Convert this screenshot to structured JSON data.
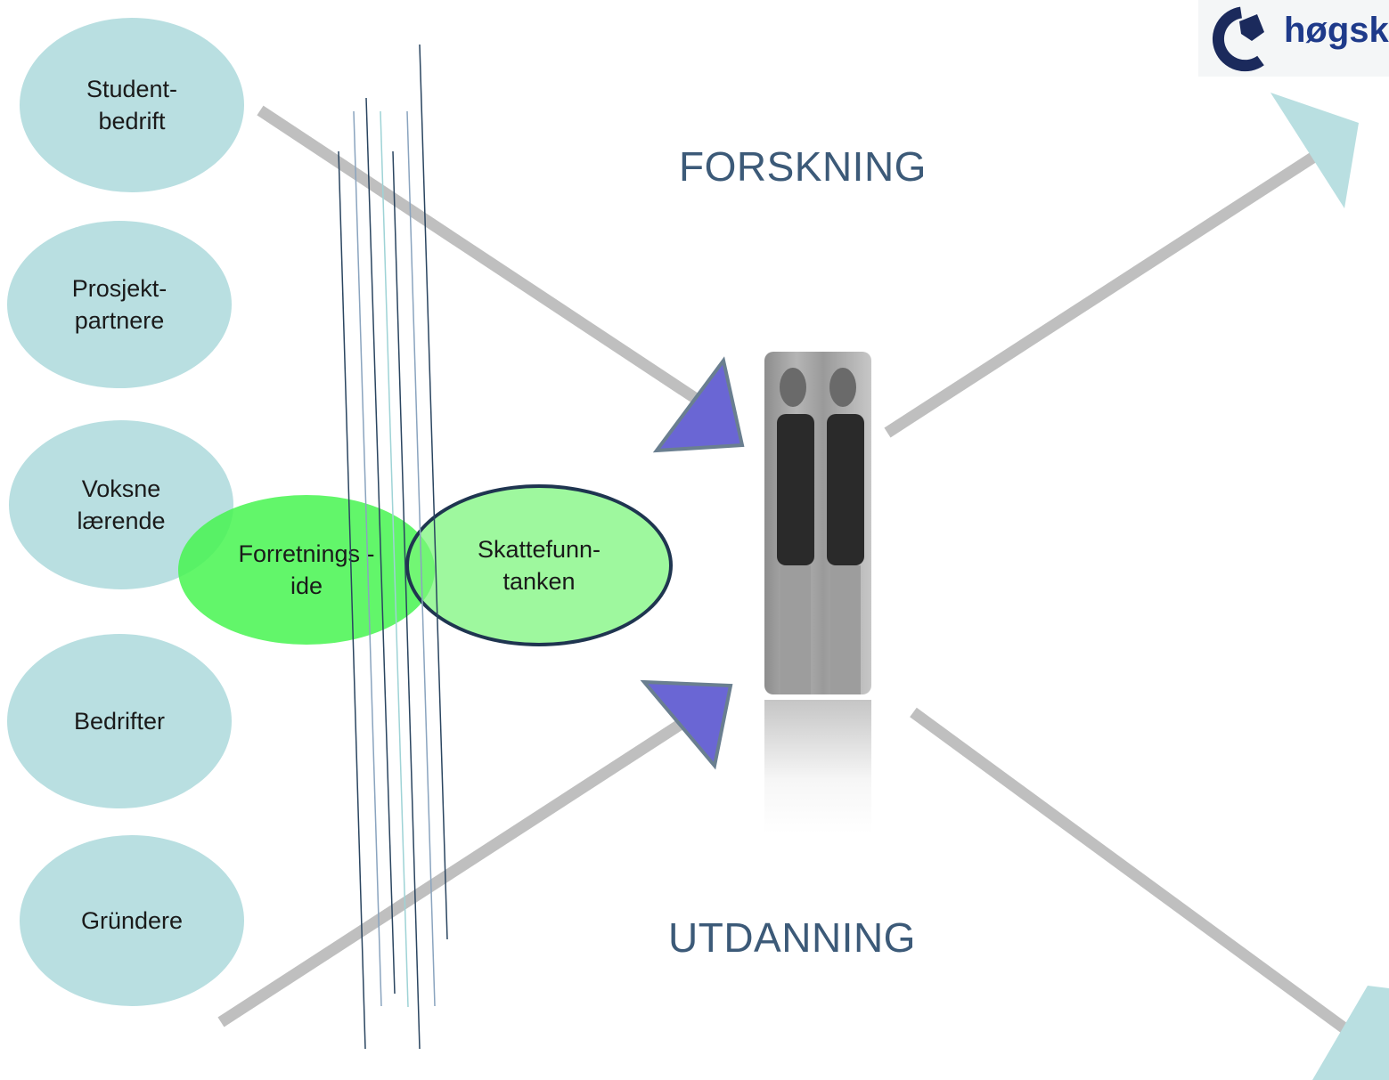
{
  "sources": [
    {
      "id": "studentbedrift",
      "label": "Student-\nbedrift"
    },
    {
      "id": "prosjektpartnere",
      "label": "Prosjekt-\npartnere"
    },
    {
      "id": "voksne-laerende",
      "label": "Voksne\nlærende"
    },
    {
      "id": "bedrifter",
      "label": "Bedrifter"
    },
    {
      "id": "grundere",
      "label": "Gründere"
    }
  ],
  "ideas": {
    "forretningside": "Forretnings -\nide",
    "skattefunn": "Skattefunn-\ntanken"
  },
  "headings": {
    "top": "FORSKNING",
    "bottom": "UTDANNING"
  },
  "logo": {
    "text": "høgsk"
  },
  "colors": {
    "bubble": "#b9dfe1",
    "arrow_line": "#bfbfbf",
    "arrow_head_in": "#6a66d4",
    "arrow_head_out": "#b9dfe1",
    "filter_lines": "#2a4560",
    "heading": "#3c5a78",
    "idea_primary": "#46f550",
    "idea_secondary": "#78f578"
  }
}
